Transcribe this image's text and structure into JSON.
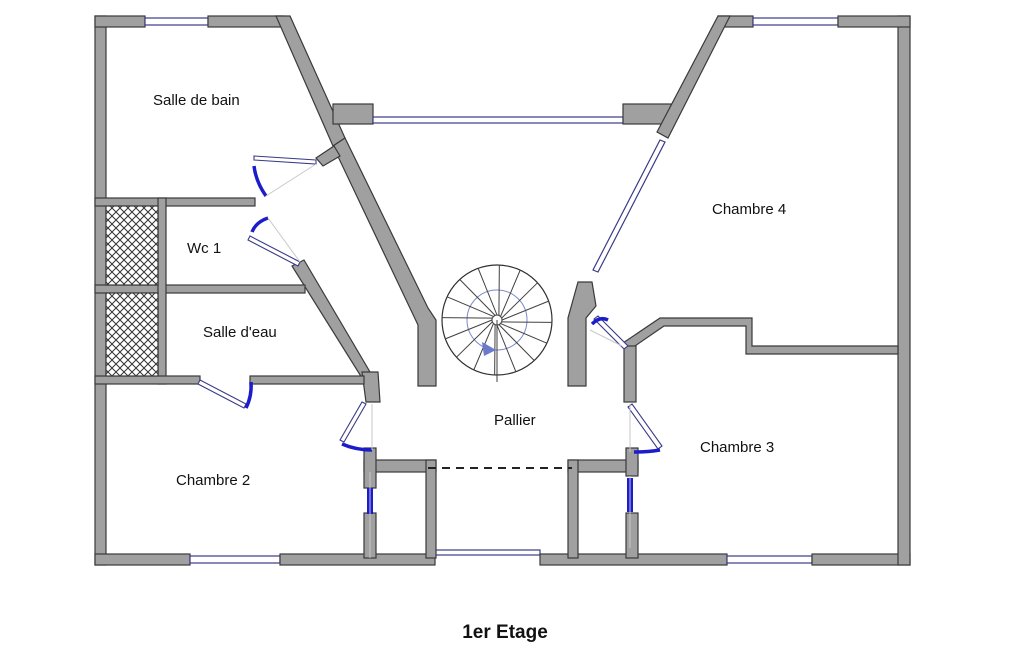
{
  "plan": {
    "title": "1er Etage",
    "rooms": {
      "salle_de_bain": "Salle de bain",
      "wc1": "Wc 1",
      "salle_deau": "Salle d'eau",
      "chambre2": "Chambre 2",
      "pallier": "Pallier",
      "chambre3": "Chambre 3",
      "chambre4": "Chambre 4"
    }
  },
  "colors": {
    "wall_fill": "#a0a0a0",
    "wall_outline": "#3a3a3a",
    "window": "#3a3a8a",
    "door_swing": "#1c1ccc"
  }
}
